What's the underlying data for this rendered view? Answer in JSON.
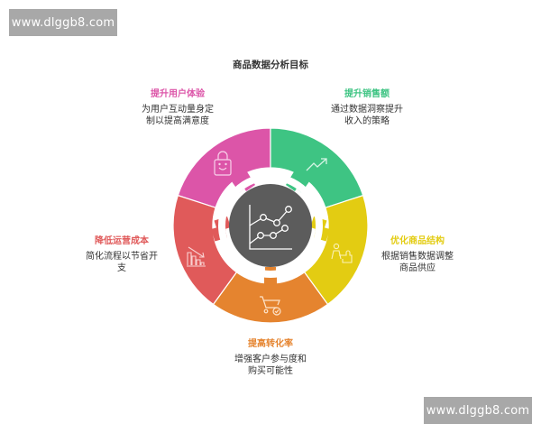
{
  "watermark": {
    "top": "www.dlggb8.com",
    "bottom": "www.dlggb8.com"
  },
  "title": "商品数据分析目标",
  "center": {
    "icon": "line-chart-icon",
    "color": "#5c5c5c"
  },
  "segments": [
    {
      "key": "user-experience",
      "title": "提升用户体验",
      "desc": "为用户互动量身定制以提高满意度",
      "desc_lines": [
        "为用户互动量身定",
        "制以提高满意度"
      ],
      "color": "#dc55a8",
      "icon": "shopping-bag-smile-icon"
    },
    {
      "key": "sales",
      "title": "提升销售额",
      "desc": "通过数据洞察提升收入的策略",
      "desc_lines": [
        "通过数据洞察提升",
        "收入的策略"
      ],
      "color": "#3ec483",
      "icon": "trend-up-icon"
    },
    {
      "key": "product-structure",
      "title": "优化商品结构",
      "desc": "根据销售数据调整商品供应",
      "desc_lines": [
        "根据销售数据调整",
        "商品供应"
      ],
      "color": "#e3cc12",
      "icon": "person-puzzle-icon"
    },
    {
      "key": "conversion",
      "title": "提高转化率",
      "desc": "增强客户参与度和购买可能性",
      "desc_lines": [
        "增强客户参与度和",
        "购买可能性"
      ],
      "color": "#e5842f",
      "icon": "cart-check-icon"
    },
    {
      "key": "cost",
      "title": "降低运营成本",
      "desc": "简化流程以节省开支",
      "desc_lines": [
        "简化流程以节省开",
        "支"
      ],
      "color": "#e05a5a",
      "icon": "bar-chart-down-icon"
    }
  ]
}
